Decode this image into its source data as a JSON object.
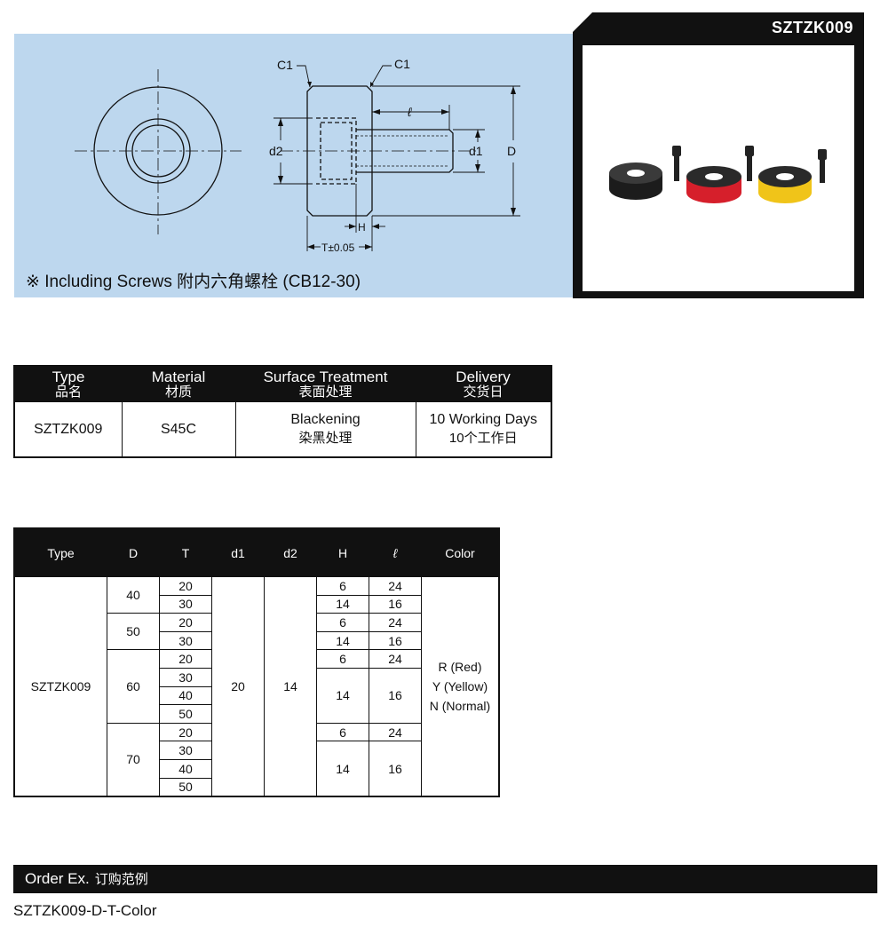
{
  "drawing": {
    "labels": {
      "c1_left": "C1",
      "c1_right": "C1",
      "ell": "ℓ",
      "d2": "d2",
      "d1": "d1",
      "D": "D",
      "H": "H",
      "T": "T±0.05"
    },
    "note": "※ Including Screws 附内六角螺栓 (CB12-30)"
  },
  "photo": {
    "title": "SZTZK009",
    "ring_colors": [
      "#1c1c1c",
      "#d61f2b",
      "#f0c419"
    ]
  },
  "spec_table": {
    "headers": [
      {
        "en": "Type",
        "zh": "品名"
      },
      {
        "en": "Material",
        "zh": "材质"
      },
      {
        "en": "Surface Treatment",
        "zh": "表面处理"
      },
      {
        "en": "Delivery",
        "zh": "交货日"
      }
    ],
    "row": {
      "type": "SZTZK009",
      "material": "S45C",
      "surface_en": "Blackening",
      "surface_zh": "染黑处理",
      "delivery_en": "10 Working Days",
      "delivery_zh": "10个工作日"
    }
  },
  "dim_table": {
    "headers": [
      "Type",
      "D",
      "T",
      "d1",
      "d2",
      "H",
      "ℓ",
      "Color"
    ],
    "type": "SZTZK009",
    "d1": "20",
    "d2": "14",
    "D_values": [
      "40",
      "50",
      "60",
      "70"
    ],
    "T_values": [
      "20",
      "30",
      "20",
      "30",
      "20",
      "30",
      "40",
      "50",
      "20",
      "30",
      "40",
      "50"
    ],
    "H_values": [
      "6",
      "14",
      "6",
      "14",
      "6",
      "14",
      "6",
      "14"
    ],
    "L_values": [
      "24",
      "16",
      "24",
      "16",
      "24",
      "16",
      "24",
      "16"
    ],
    "colors": [
      "R (Red)",
      "Y (Yellow)",
      "N (Normal)"
    ]
  },
  "order": {
    "title_en": "Order Ex.",
    "title_zh": "订购范例",
    "example": "SZTZK009-D-T-Color"
  }
}
